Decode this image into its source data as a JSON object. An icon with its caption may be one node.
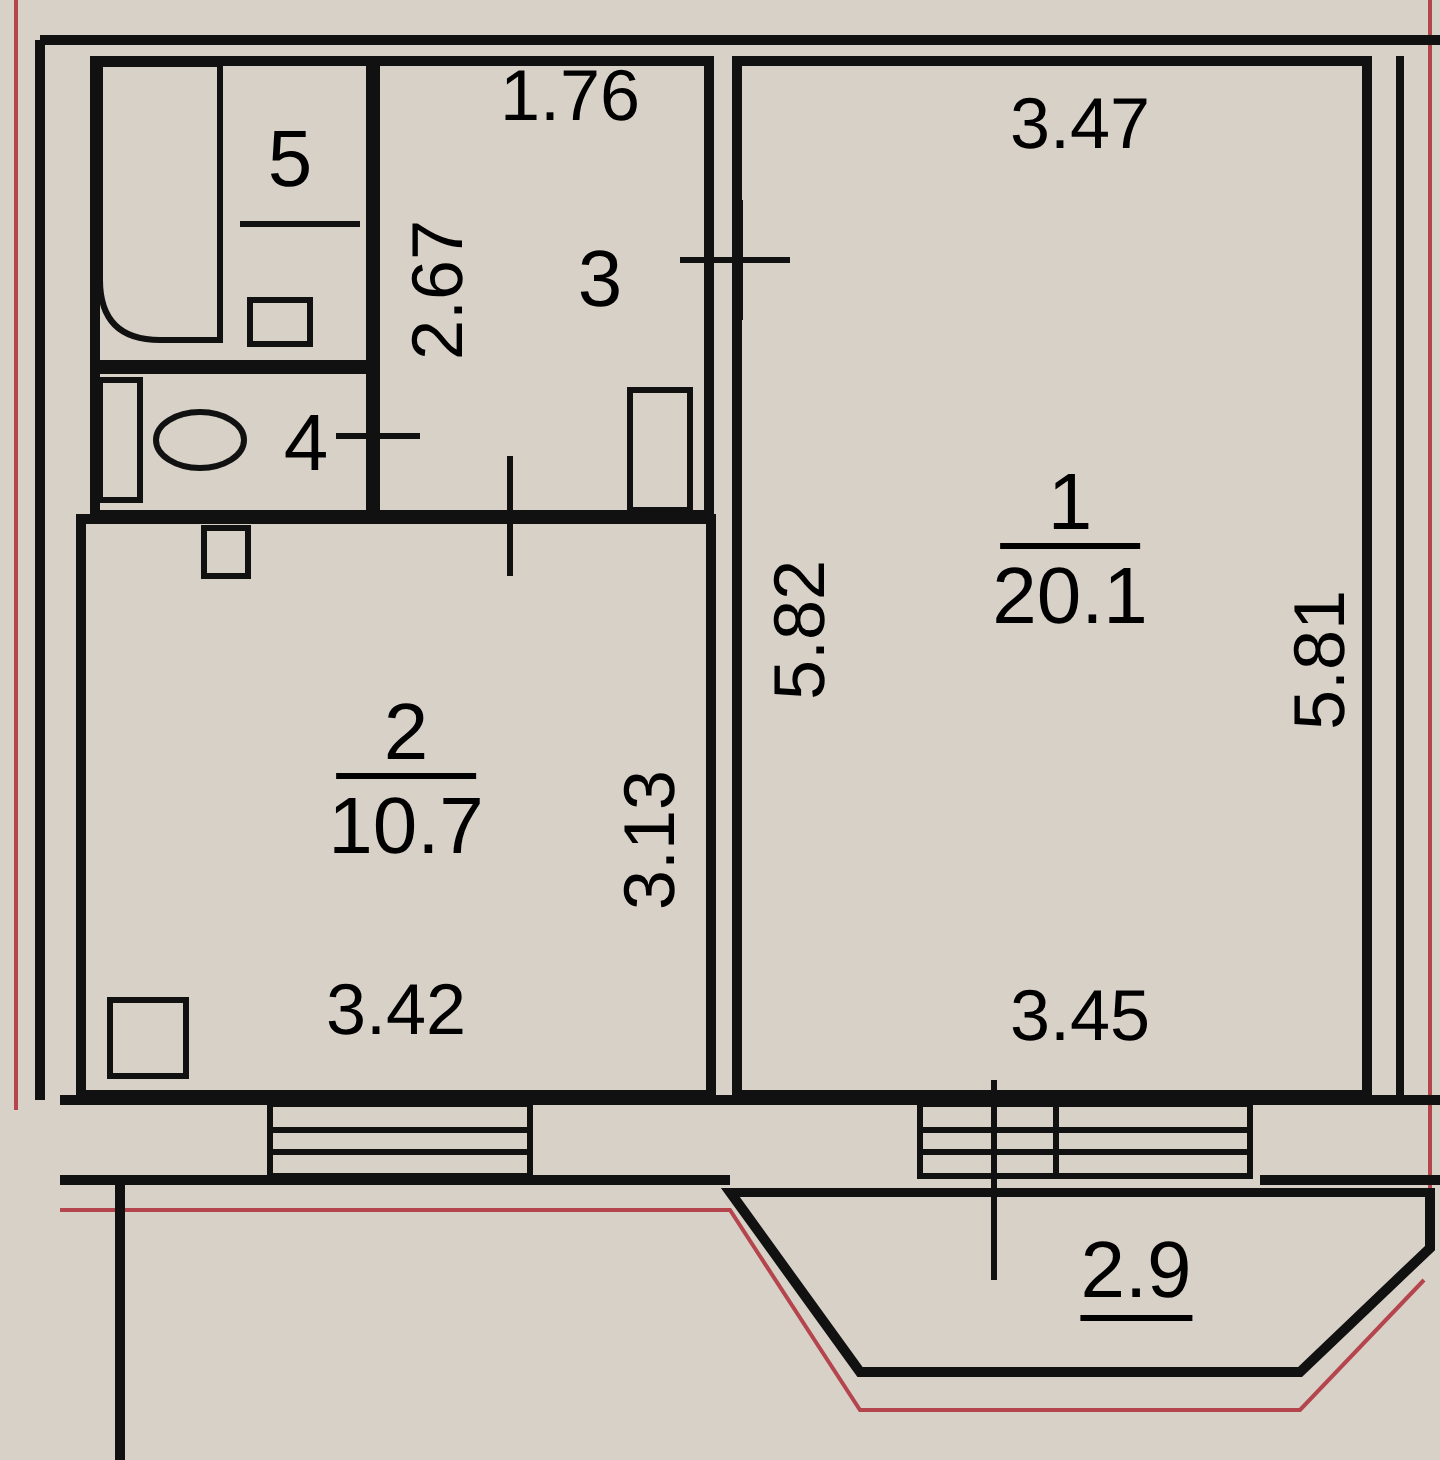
{
  "diagram": {
    "nodes": [
      {
        "text": [
          "5"
        ]
      },
      {
        "text": [
          "3"
        ]
      },
      {
        "text": [
          "4"
        ]
      },
      {
        "text": [
          "1",
          "20.1"
        ]
      },
      {
        "text": [
          "2",
          "10.7"
        ]
      },
      {
        "text": [
          "2.9"
        ]
      }
    ],
    "edges": [],
    "labels": [
      "1.76",
      "3.47",
      "2.67",
      "5.82",
      "5.81",
      "3.13",
      "3.42",
      "3.45"
    ]
  }
}
